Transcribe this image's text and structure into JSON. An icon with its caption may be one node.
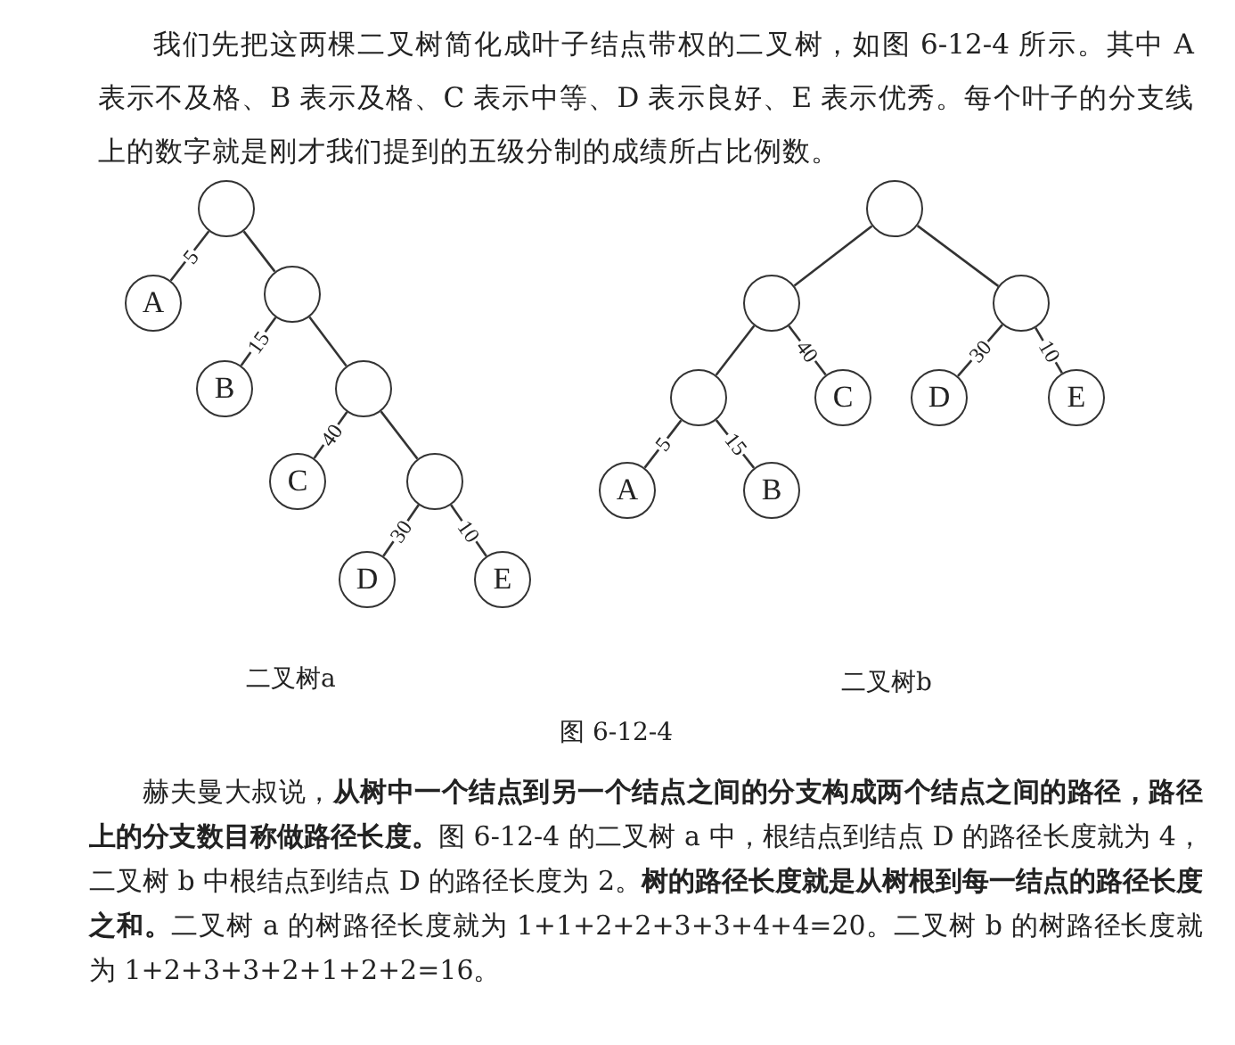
{
  "diagram": {
    "caption": "图 6-12-4",
    "nodes": [
      {
        "text": [],
        "shape": "circle"
      },
      {
        "text": [
          "A"
        ]
      },
      {
        "text": [],
        "shape": "circle"
      },
      {
        "text": [
          "B"
        ]
      },
      {
        "text": [],
        "shape": "circle"
      },
      {
        "text": [
          "C"
        ]
      },
      {
        "text": [],
        "shape": "circle"
      },
      {
        "text": [
          "D"
        ]
      },
      {
        "text": [
          "E"
        ]
      },
      {
        "text": [],
        "shape": "circle"
      },
      {
        "text": [],
        "shape": "circle"
      },
      {
        "text": [],
        "shape": "circle"
      },
      {
        "text": [],
        "shape": "circle"
      },
      {
        "text": [
          "C"
        ]
      },
      {
        "text": [
          "D"
        ]
      },
      {
        "text": [
          "E"
        ]
      },
      {
        "text": [
          "A"
        ]
      },
      {
        "text": [
          "B"
        ]
      }
    ],
    "edges": [
      {
        "from": 0,
        "to": 1,
        "arrow": "none",
        "label": "5"
      },
      {
        "from": 0,
        "to": 2,
        "arrow": "none"
      },
      {
        "from": 2,
        "to": 3,
        "arrow": "none",
        "label": "15"
      },
      {
        "from": 2,
        "to": 4,
        "arrow": "none"
      },
      {
        "from": 4,
        "to": 5,
        "arrow": "none",
        "label": "40"
      },
      {
        "from": 4,
        "to": 6,
        "arrow": "none"
      },
      {
        "from": 6,
        "to": 7,
        "arrow": "none",
        "label": "30"
      },
      {
        "from": 6,
        "to": 8,
        "arrow": "none",
        "label": "10"
      },
      {
        "from": 9,
        "to": 10,
        "arrow": "none"
      },
      {
        "from": 9,
        "to": 11,
        "arrow": "none"
      },
      {
        "from": 10,
        "to": 12,
        "arrow": "none"
      },
      {
        "from": 10,
        "to": 13,
        "arrow": "none",
        "label": "40"
      },
      {
        "from": 11,
        "to": 14,
        "arrow": "none",
        "label": "30"
      },
      {
        "from": 11,
        "to": 15,
        "arrow": "none",
        "label": "10"
      },
      {
        "from": 12,
        "to": 16,
        "arrow": "none",
        "label": "5"
      },
      {
        "from": 12,
        "to": 17,
        "arrow": "none",
        "label": "15"
      }
    ],
    "labels": [
      "我们先把这两棵二叉树简化成叶子结点带权的二叉树，如图 6-12-4 所示。其中 A 表示不及格、B 表示及格、C 表示中等、D 表示良好、E 表示优秀。每个叶子的分支线上的数字就是刚才我们提到的五级分制的成绩所占比例数。",
      "二叉树a",
      "二叉树b",
      "赫夫曼大叔说，**从树中一个结点到另一个结点之间的分支构成两个结点之间的路径，路径上的分支数目称做路径长度。**图 6-12-4 的二叉树 a 中，根结点到结点 D 的路径长度就为 4，二叉树 b 中根结点到结点 D 的路径长度为 2。**树的路径长度就是从树根到每一结点的路径长度之和。**二叉树 a 的树路径长度就为 1+1+2+2+3+3+4+4=20。二叉树 b 的树路径长度就为 1+2+3+3+2+1+2+2=16。"
    ]
  }
}
